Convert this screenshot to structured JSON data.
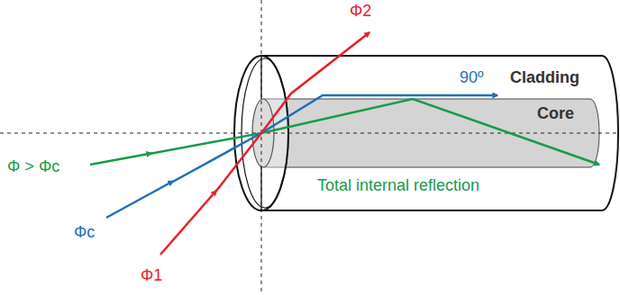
{
  "diagram": {
    "labels": [
      "Φ2",
      "90º",
      "Cladding",
      "Core",
      "Φ > Φc",
      "Φc",
      "Φ1",
      "Total internal reflection"
    ]
  }
}
